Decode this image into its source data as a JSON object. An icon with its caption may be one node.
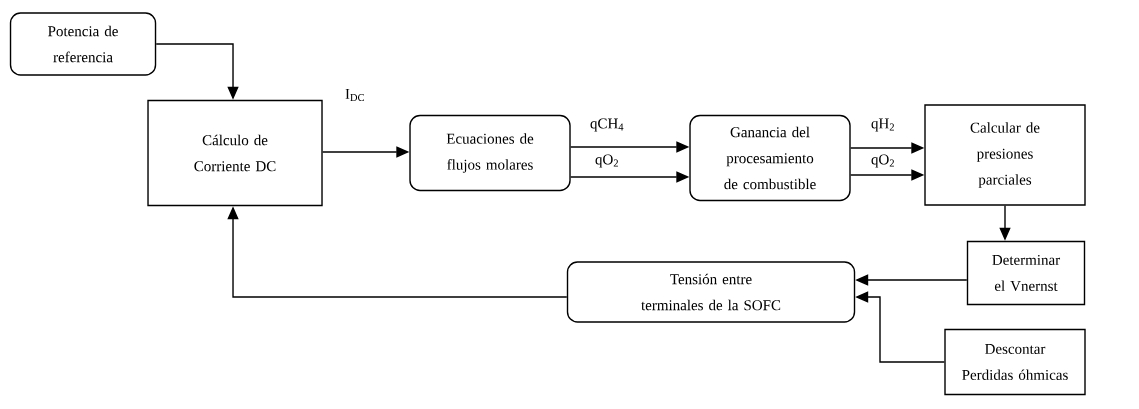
{
  "diagram": {
    "nodes": [
      {
        "text": [
          "Potencia de referencia"
        ]
      },
      {
        "text": [
          "Cálculo de Corriente DC"
        ]
      },
      {
        "text": [
          "Ecuaciones de flujos molares"
        ]
      },
      {
        "text": [
          "Ganancia del procesamiento de combustible"
        ]
      },
      {
        "text": [
          "Calcular de presiones parciales"
        ]
      },
      {
        "text": [
          "Determinar el Vnernst"
        ]
      },
      {
        "text": [
          "Tensión entre terminales de la SOFC"
        ]
      },
      {
        "text": [
          "Descontar Perdidas óhmicas"
        ]
      }
    ],
    "edges": [
      {
        "from": 0,
        "to": 1,
        "arrow": "to"
      },
      {
        "from": 1,
        "to": 2,
        "arrow": "to",
        "label": "I$_{DC}$"
      },
      {
        "from": 2,
        "to": 3,
        "arrow": "to",
        "label": "qCH$_{4}$"
      },
      {
        "from": 2,
        "to": 3,
        "arrow": "to",
        "label": "qO$_{2}$"
      },
      {
        "from": 3,
        "to": 4,
        "arrow": "to",
        "label": "qH$_{2}$"
      },
      {
        "from": 3,
        "to": 4,
        "arrow": "to",
        "label": "qO$_{2}$"
      },
      {
        "from": 4,
        "to": 5,
        "arrow": "to"
      },
      {
        "from": 5,
        "to": 6,
        "arrow": "to"
      },
      {
        "from": 7,
        "to": 6,
        "arrow": "to"
      },
      {
        "from": 6,
        "to": 1,
        "arrow": "to"
      }
    ]
  }
}
